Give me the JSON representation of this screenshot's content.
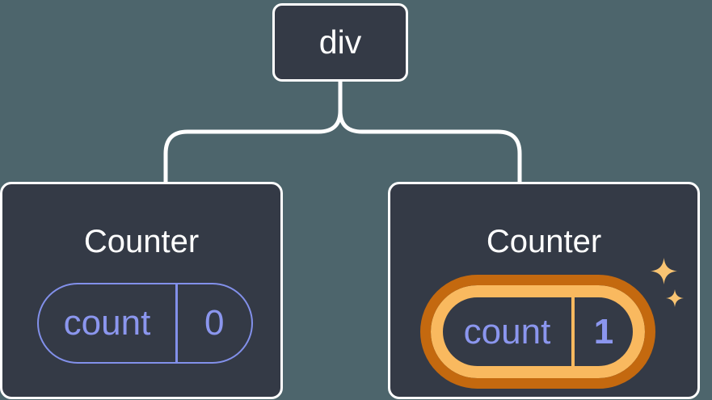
{
  "diagram": {
    "root": {
      "label": "div"
    },
    "children": [
      {
        "title": "Counter",
        "state_key": "count",
        "state_value": "0",
        "highlighted": false
      },
      {
        "title": "Counter",
        "state_key": "count",
        "state_value": "1",
        "highlighted": true
      }
    ]
  },
  "colors": {
    "background": "#4D656C",
    "node_fill": "#343A46",
    "node_border": "#FFFFFF",
    "connector_line": "#FFFFFF",
    "state_purple": "#8B96EE",
    "state_purple_border": "#8290EA",
    "highlight_orange_light": "#F9B95F",
    "highlight_orange_dark": "#C4690F",
    "sparkle_orange": "#F9C472"
  },
  "icons": [
    {
      "name": "sparkles-icon",
      "meaning": "state-just-updated"
    }
  ]
}
